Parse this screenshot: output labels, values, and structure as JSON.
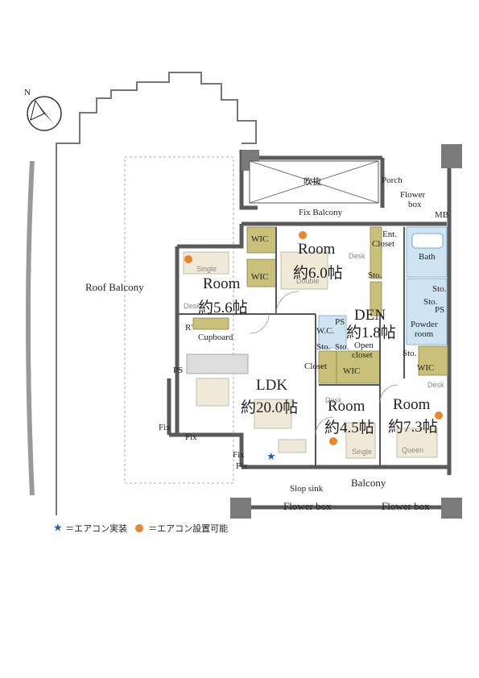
{
  "labels": {
    "roof_balcony": "Roof Balcony",
    "fukinuke": "吹抜",
    "porch": "Porch",
    "flower_box_top": "Flower",
    "flower_box_top2": "box",
    "mb": "MB",
    "fix_balcony": "Fix Balcony",
    "wic": "WIC",
    "room": "Room",
    "room_6": "約6.0帖",
    "room_56": "約5.6帖",
    "room_45": "約4.5帖",
    "room_73": "約7.3帖",
    "ent_closet_1": "Ent.",
    "ent_closet_2": "Closet",
    "bath": "Bath",
    "sto": "Sto.",
    "ps": "PS",
    "den": "DEN",
    "den_size": "約1.8帖",
    "wc": "W.C.",
    "open_closet_1": "Open",
    "open_closet_2": "closet",
    "powder_1": "Powder",
    "powder_2": "room",
    "closet": "Closet",
    "r": "R'",
    "cupboard": "Cupboard",
    "ldk": "LDK",
    "ldk_size": "約20.0帖",
    "fix": "Fix",
    "slop_sink": "Slop sink",
    "balcony": "Balcony",
    "flower_box": "Flower box",
    "desk": "Desk",
    "single": "Single",
    "double": "Double",
    "queen": "Queen"
  },
  "legend": {
    "installed": "＝エアコン実装",
    "possible": "＝エアコン設置可能"
  },
  "colors": {
    "wall": "#5a5a5a",
    "storage": "#c9c07a",
    "wet": "#cfe4f3",
    "aircon_possible": "#e8862a",
    "aircon_installed": "#1b5fb0"
  },
  "compass": "N"
}
